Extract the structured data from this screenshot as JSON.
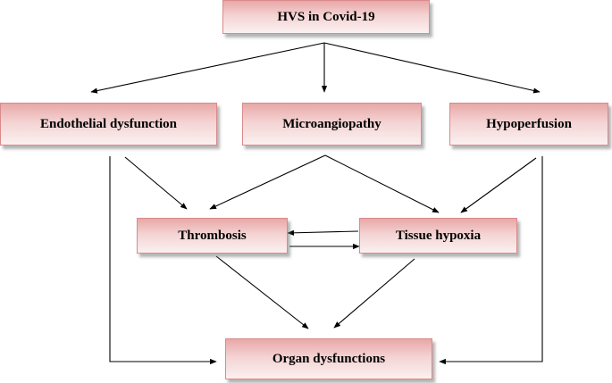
{
  "nodes": {
    "root": "HVS in Covid-19",
    "endothelial": "Endothelial dysfunction",
    "microangiopathy": "Microangiopathy",
    "hypoperfusion": "Hypoperfusion",
    "thrombosis": "Thrombosis",
    "hypoxia": "Tissue hypoxia",
    "organ": "Organ dysfunctions"
  },
  "edges": [
    [
      "root",
      "endothelial"
    ],
    [
      "root",
      "microangiopathy"
    ],
    [
      "root",
      "hypoperfusion"
    ],
    [
      "endothelial",
      "thrombosis"
    ],
    [
      "microangiopathy",
      "thrombosis"
    ],
    [
      "microangiopathy",
      "hypoxia"
    ],
    [
      "hypoperfusion",
      "hypoxia"
    ],
    [
      "hypoxia",
      "thrombosis"
    ],
    [
      "thrombosis",
      "hypoxia"
    ],
    [
      "thrombosis",
      "organ"
    ],
    [
      "hypoxia",
      "organ"
    ],
    [
      "endothelial",
      "organ"
    ],
    [
      "hypoperfusion",
      "organ"
    ]
  ]
}
